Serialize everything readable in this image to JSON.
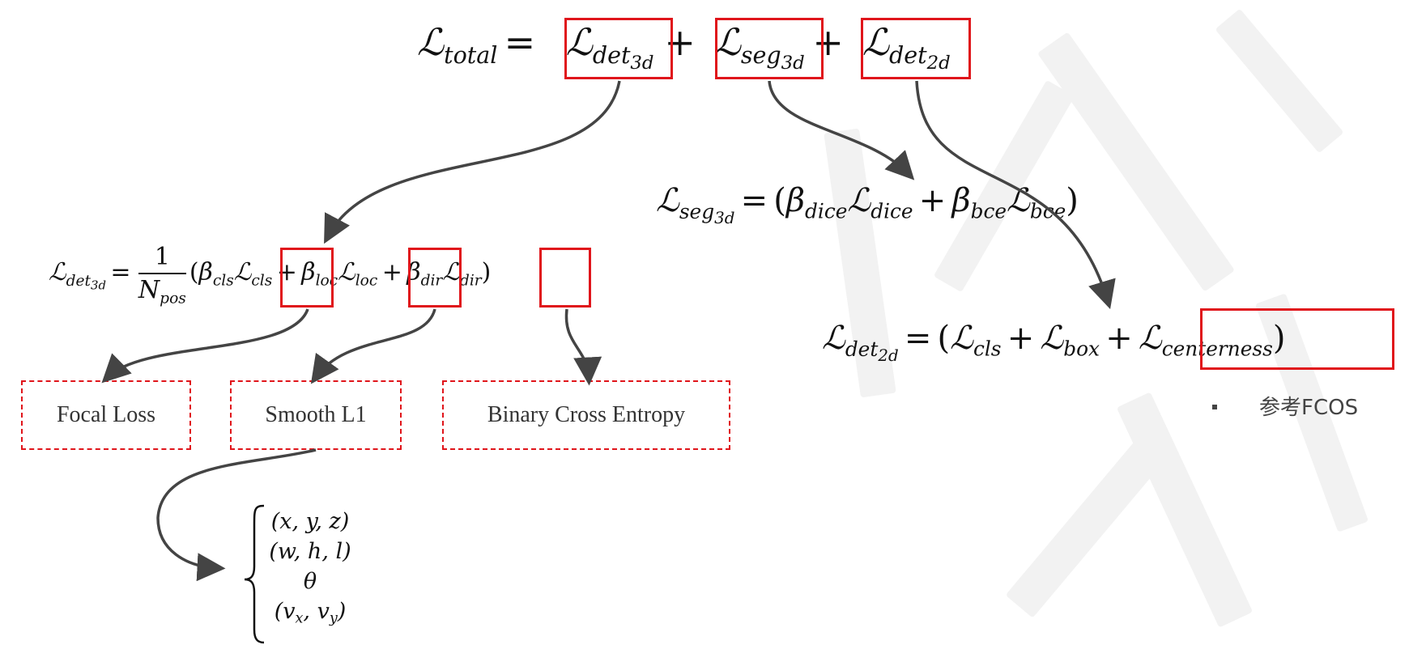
{
  "loss_boxes": {
    "focal": "Focal Loss",
    "smooth_l1": "Smooth L1",
    "bce": "Binary Cross Entropy"
  },
  "regression_targets": [
    "(x, y, z)",
    "(w, h, l)",
    "θ",
    "(v_x, v_y)"
  ],
  "note": "参考FCOS",
  "colors": {
    "box_red": "#e0151b",
    "arrow": "#444444",
    "watermark": "#f2f2f2"
  }
}
